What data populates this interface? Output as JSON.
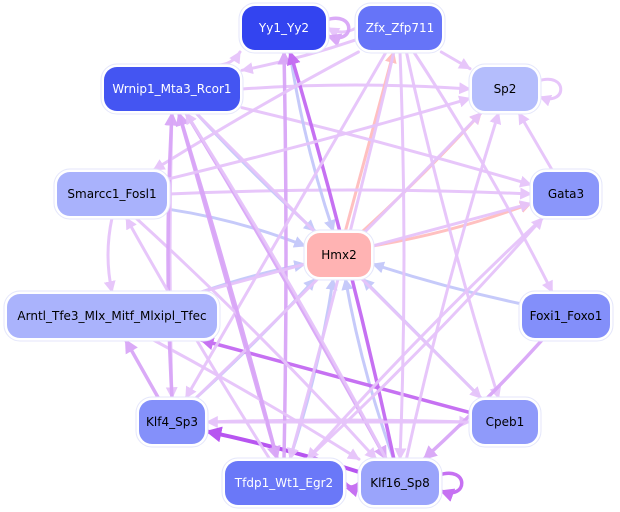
{
  "graph": {
    "title": "Transcription factor regulatory network",
    "nodes": [
      {
        "id": "Yy1_Yy2",
        "label": "Yy1_Yy2",
        "fill": "#3344f0",
        "text": "#ffffff"
      },
      {
        "id": "Zfx_Zfp711",
        "label": "Zfx_Zfp711",
        "fill": "#6674f8",
        "text": "#ffffff"
      },
      {
        "id": "Wrnip1_Mta3_Rcor1",
        "label": "Wrnip1_Mta3_Rcor1",
        "fill": "#4455f2",
        "text": "#ffffff"
      },
      {
        "id": "Sp2",
        "label": "Sp2",
        "fill": "#b4bdfc",
        "text": "#000000"
      },
      {
        "id": "Smarcc1_Fosl1",
        "label": "Smarcc1_Fosl1",
        "fill": "#a9b2fc",
        "text": "#000000"
      },
      {
        "id": "Gata3",
        "label": "Gata3",
        "fill": "#8a96fa",
        "text": "#000000"
      },
      {
        "id": "Hmx2",
        "label": "Hmx2",
        "fill": "#ffb3b3",
        "text": "#000000"
      },
      {
        "id": "Arntl_Tfe3_Mlx_Mitf_Mlxipl_Tfec",
        "label": "Arntl_Tfe3_Mlx_Mitf_Mlxipl_Tfec",
        "fill": "#aab3fc",
        "text": "#000000"
      },
      {
        "id": "Foxi1_Foxo1",
        "label": "Foxi1_Foxo1",
        "fill": "#838ffa",
        "text": "#000000"
      },
      {
        "id": "Klf4_Sp3",
        "label": "Klf4_Sp3",
        "fill": "#8490fa",
        "text": "#000000"
      },
      {
        "id": "Cpeb1",
        "label": "Cpeb1",
        "fill": "#8f9afa",
        "text": "#000000"
      },
      {
        "id": "Tfdp1_Wt1_Egr2",
        "label": "Tfdp1_Wt1_Egr2",
        "fill": "#6a78f8",
        "text": "#ffffff"
      },
      {
        "id": "Klf16_Sp8",
        "label": "Klf16_Sp8",
        "fill": "#9aa4fb",
        "text": "#000000"
      }
    ],
    "edge_colors": {
      "light_violet": "#e6c4fa",
      "violet": "#d9a6f7",
      "strong_violet": "#c36af2",
      "deep_violet": "#b44cf0",
      "blue": "#c4c8fa",
      "salmon": "#ffbdbd"
    },
    "edges": [
      {
        "from": "Zfx_Zfp711",
        "to": "Yy1_Yy2",
        "color": "light_violet"
      },
      {
        "from": "Yy1_Yy2",
        "to": "Yy1_Yy2",
        "color": "violet",
        "self": true
      },
      {
        "from": "Zfx_Zfp711",
        "to": "Sp2",
        "color": "light_violet"
      },
      {
        "from": "Sp2",
        "to": "Sp2",
        "color": "light_violet",
        "self": true
      },
      {
        "from": "Wrnip1_Mta3_Rcor1",
        "to": "Yy1_Yy2",
        "color": "light_violet"
      },
      {
        "from": "Wrnip1_Mta3_Rcor1",
        "to": "Sp2",
        "color": "light_violet"
      },
      {
        "from": "Zfx_Zfp711",
        "to": "Wrnip1_Mta3_Rcor1",
        "color": "light_violet"
      },
      {
        "from": "Hmx2",
        "to": "Zfx_Zfp711",
        "color": "salmon"
      },
      {
        "from": "Hmx2",
        "to": "Sp2",
        "color": "salmon"
      },
      {
        "from": "Hmx2",
        "to": "Gata3",
        "color": "salmon"
      },
      {
        "from": "Smarcc1_Fosl1",
        "to": "Gata3",
        "color": "light_violet"
      },
      {
        "from": "Wrnip1_Mta3_Rcor1",
        "to": "Gata3",
        "color": "light_violet"
      },
      {
        "from": "Gata3",
        "to": "Sp2",
        "color": "light_violet"
      },
      {
        "from": "Wrnip1_Mta3_Rcor1",
        "to": "Hmx2",
        "color": "blue"
      },
      {
        "from": "Yy1_Yy2",
        "to": "Hmx2",
        "color": "blue"
      },
      {
        "from": "Smarcc1_Fosl1",
        "to": "Hmx2",
        "color": "blue"
      },
      {
        "from": "Foxi1_Foxo1",
        "to": "Hmx2",
        "color": "blue"
      },
      {
        "from": "Cpeb1",
        "to": "Hmx2",
        "color": "blue"
      },
      {
        "from": "Klf4_Sp3",
        "to": "Hmx2",
        "color": "blue"
      },
      {
        "from": "Tfdp1_Wt1_Egr2",
        "to": "Hmx2",
        "color": "blue"
      },
      {
        "from": "Klf16_Sp8",
        "to": "Hmx2",
        "color": "blue"
      },
      {
        "from": "Arntl_Tfe3_Mlx_Mitf_Mlxipl_Tfec",
        "to": "Hmx2",
        "color": "blue"
      },
      {
        "from": "Cpeb1",
        "to": "Arntl_Tfe3_Mlx_Mitf_Mlxipl_Tfec",
        "color": "strong_violet"
      },
      {
        "from": "Klf16_Sp8",
        "to": "Klf4_Sp3",
        "color": "deep_violet"
      },
      {
        "from": "Tfdp1_Wt1_Egr2",
        "to": "Klf16_Sp8",
        "color": "strong_violet"
      },
      {
        "from": "Klf16_Sp8",
        "to": "Klf16_Sp8",
        "color": "strong_violet",
        "self": true
      },
      {
        "from": "Klf4_Sp3",
        "to": "Cpeb1",
        "color": "light_violet"
      },
      {
        "from": "Klf4_Sp3",
        "to": "Arntl_Tfe3_Mlx_Mitf_Mlxipl_Tfec",
        "color": "violet"
      },
      {
        "from": "Tfdp1_Wt1_Egr2",
        "to": "Yy1_Yy2",
        "color": "violet"
      },
      {
        "from": "Klf16_Sp8",
        "to": "Yy1_Yy2",
        "color": "strong_violet"
      },
      {
        "from": "Zfx_Zfp711",
        "to": "Klf16_Sp8",
        "color": "light_violet"
      },
      {
        "from": "Zfx_Zfp711",
        "to": "Tfdp1_Wt1_Egr2",
        "color": "light_violet"
      },
      {
        "from": "Zfx_Zfp711",
        "to": "Klf4_Sp3",
        "color": "light_violet"
      },
      {
        "from": "Zfx_Zfp711",
        "to": "Smarcc1_Fosl1",
        "color": "light_violet"
      },
      {
        "from": "Zfx_Zfp711",
        "to": "Cpeb1",
        "color": "light_violet"
      },
      {
        "from": "Zfx_Zfp711",
        "to": "Foxi1_Foxo1",
        "color": "light_violet"
      },
      {
        "from": "Wrnip1_Mta3_Rcor1",
        "to": "Klf16_Sp8",
        "color": "violet"
      },
      {
        "from": "Wrnip1_Mta3_Rcor1",
        "to": "Tfdp1_Wt1_Egr2",
        "color": "violet"
      },
      {
        "from": "Wrnip1_Mta3_Rcor1",
        "to": "Klf4_Sp3",
        "color": "light_violet"
      },
      {
        "from": "Smarcc1_Fosl1",
        "to": "Arntl_Tfe3_Mlx_Mitf_Mlxipl_Tfec",
        "color": "light_violet"
      },
      {
        "from": "Smarcc1_Fosl1",
        "to": "Klf16_Sp8",
        "color": "light_violet"
      },
      {
        "from": "Arntl_Tfe3_Mlx_Mitf_Mlxipl_Tfec",
        "to": "Klf16_Sp8",
        "color": "light_violet"
      },
      {
        "from": "Arntl_Tfe3_Mlx_Mitf_Mlxipl_Tfec",
        "to": "Gata3",
        "color": "light_violet"
      },
      {
        "from": "Klf4_Sp3",
        "to": "Sp2",
        "color": "light_violet"
      },
      {
        "from": "Tfdp1_Wt1_Egr2",
        "to": "Gata3",
        "color": "light_violet"
      },
      {
        "from": "Klf16_Sp8",
        "to": "Sp2",
        "color": "light_violet"
      },
      {
        "from": "Foxi1_Foxo1",
        "to": "Klf16_Sp8",
        "color": "violet"
      },
      {
        "from": "Cpeb1",
        "to": "Klf4_Sp3",
        "color": "light_violet"
      },
      {
        "from": "Tfdp1_Wt1_Egr2",
        "to": "Wrnip1_Mta3_Rcor1",
        "color": "violet"
      },
      {
        "from": "Klf16_Sp8",
        "to": "Wrnip1_Mta3_Rcor1",
        "color": "light_violet"
      },
      {
        "from": "Klf4_Sp3",
        "to": "Wrnip1_Mta3_Rcor1",
        "color": "violet"
      },
      {
        "from": "Tfdp1_Wt1_Egr2",
        "to": "Smarcc1_Fosl1",
        "color": "light_violet"
      },
      {
        "from": "Wrnip1_Mta3_Rcor1",
        "to": "Cpeb1",
        "color": "light_violet"
      },
      {
        "from": "Smarcc1_Fosl1",
        "to": "Sp2",
        "color": "light_violet"
      },
      {
        "from": "Gata3",
        "to": "Tfdp1_Wt1_Egr2",
        "color": "light_violet"
      }
    ]
  }
}
